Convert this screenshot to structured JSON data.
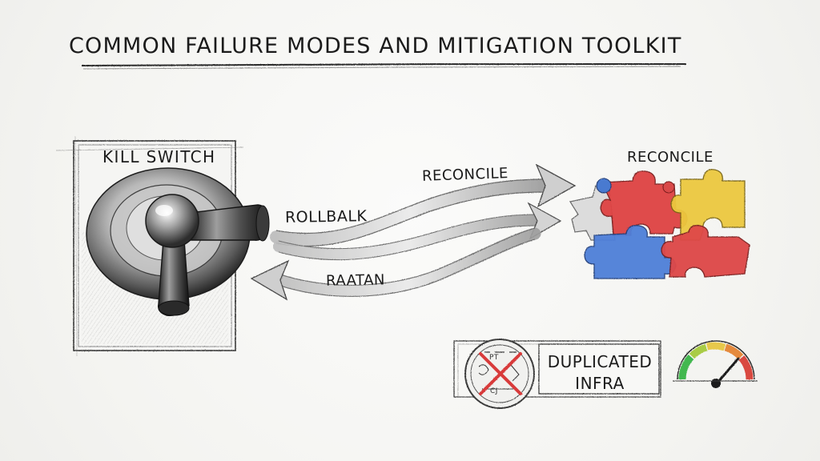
{
  "title": "COMMON FAILURE MODES AND MITIGATION TOOLKIT",
  "kill_switch": {
    "label": "KILL SWITCH",
    "icon": "kill-switch-lever-icon"
  },
  "arrows": {
    "forward_label": "RECONCILE",
    "rollback_label": "ROLLBALK",
    "return_label": "RAATAN"
  },
  "reconcile_panel": {
    "label": "RECONCILE",
    "icon": "puzzle-pieces-icon",
    "piece_colors": [
      "#d93c3c",
      "#e9c83a",
      "#4b7ad8",
      "#d84848",
      "#3f75c9"
    ]
  },
  "duplicated_infra": {
    "line1": "DUPLICATED",
    "line2": "INFRA",
    "stamp_text_top": "PT",
    "stamp_text_bottom": "CJ",
    "icon": "crossed-stamp-icon"
  },
  "gauge": {
    "icon": "risk-gauge-icon",
    "level_fraction": 0.82,
    "colors": [
      "#43b84f",
      "#a9cc44",
      "#e7c84c",
      "#e58a3d",
      "#d94a3f"
    ]
  }
}
